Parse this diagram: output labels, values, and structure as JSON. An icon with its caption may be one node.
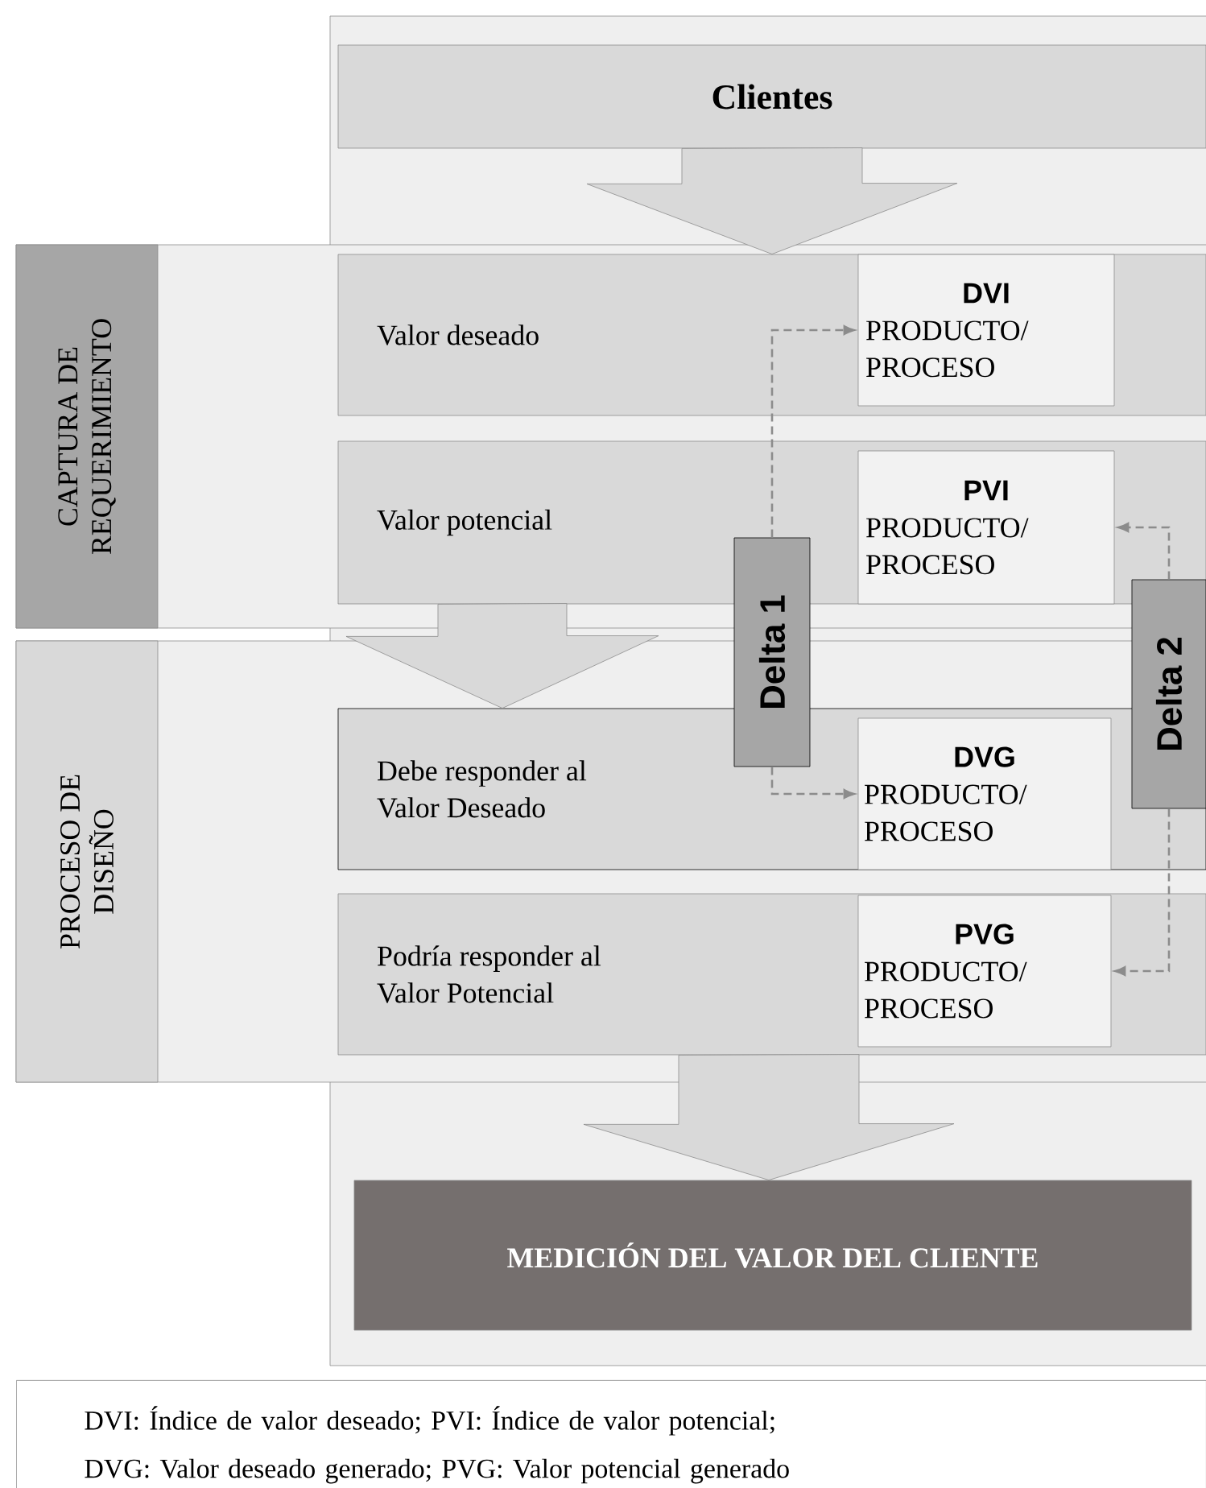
{
  "diagram": {
    "nodes": [
      {
        "text": [
          "Clientes"
        ]
      },
      {
        "text": [
          "CAPTURA DE REQUERIMIENTO"
        ]
      },
      {
        "text": [
          "Valor deseado"
        ],
        "in": 1
      },
      {
        "text": [
          "DVI",
          "PRODUCTO/ PROCESO"
        ],
        "in": 2
      },
      {
        "text": [
          "Valor potencial"
        ],
        "in": 1
      },
      {
        "text": [
          "PVI",
          "PRODUCTO/ PROCESO"
        ],
        "in": 4
      },
      {
        "text": [
          "Delta 1"
        ]
      },
      {
        "text": [
          "PROCESO DE DISEÑO"
        ]
      },
      {
        "text": [
          "Debe responder al Valor Deseado"
        ],
        "in": 7
      },
      {
        "text": [
          "DVG",
          "PRODUCTO/ PROCESO"
        ],
        "in": 8
      },
      {
        "text": [
          "Podría responder al Valor Potencial"
        ],
        "in": 7
      },
      {
        "text": [
          "PVG",
          "PRODUCTO/ PROCESO"
        ],
        "in": 10
      },
      {
        "text": [
          "Delta 2"
        ]
      },
      {
        "text": [
          "MEDICIÓN DEL VALOR DEL CLIENTE"
        ]
      }
    ],
    "edges": [
      {
        "from": 0,
        "to": 2,
        "arrow": "to",
        "style": "thick"
      },
      {
        "from": 4,
        "to": 8,
        "arrow": "to",
        "style": "thick"
      },
      {
        "from": 10,
        "to": 13,
        "arrow": "to",
        "style": "thick"
      },
      {
        "from": 6,
        "to": 3,
        "arrow": "to",
        "style": "dashed"
      },
      {
        "from": 6,
        "to": 9,
        "arrow": "to",
        "style": "dashed"
      },
      {
        "from": 12,
        "to": 5,
        "arrow": "to",
        "style": "dashed"
      },
      {
        "from": 12,
        "to": 11,
        "arrow": "to",
        "style": "dashed"
      }
    ],
    "labels": [
      "DVI: Índice  de valor deseado; PVI: Índice de valor potencial;",
      "DVG: Valor deseado generado; PVG: Valor potencial generado"
    ]
  }
}
